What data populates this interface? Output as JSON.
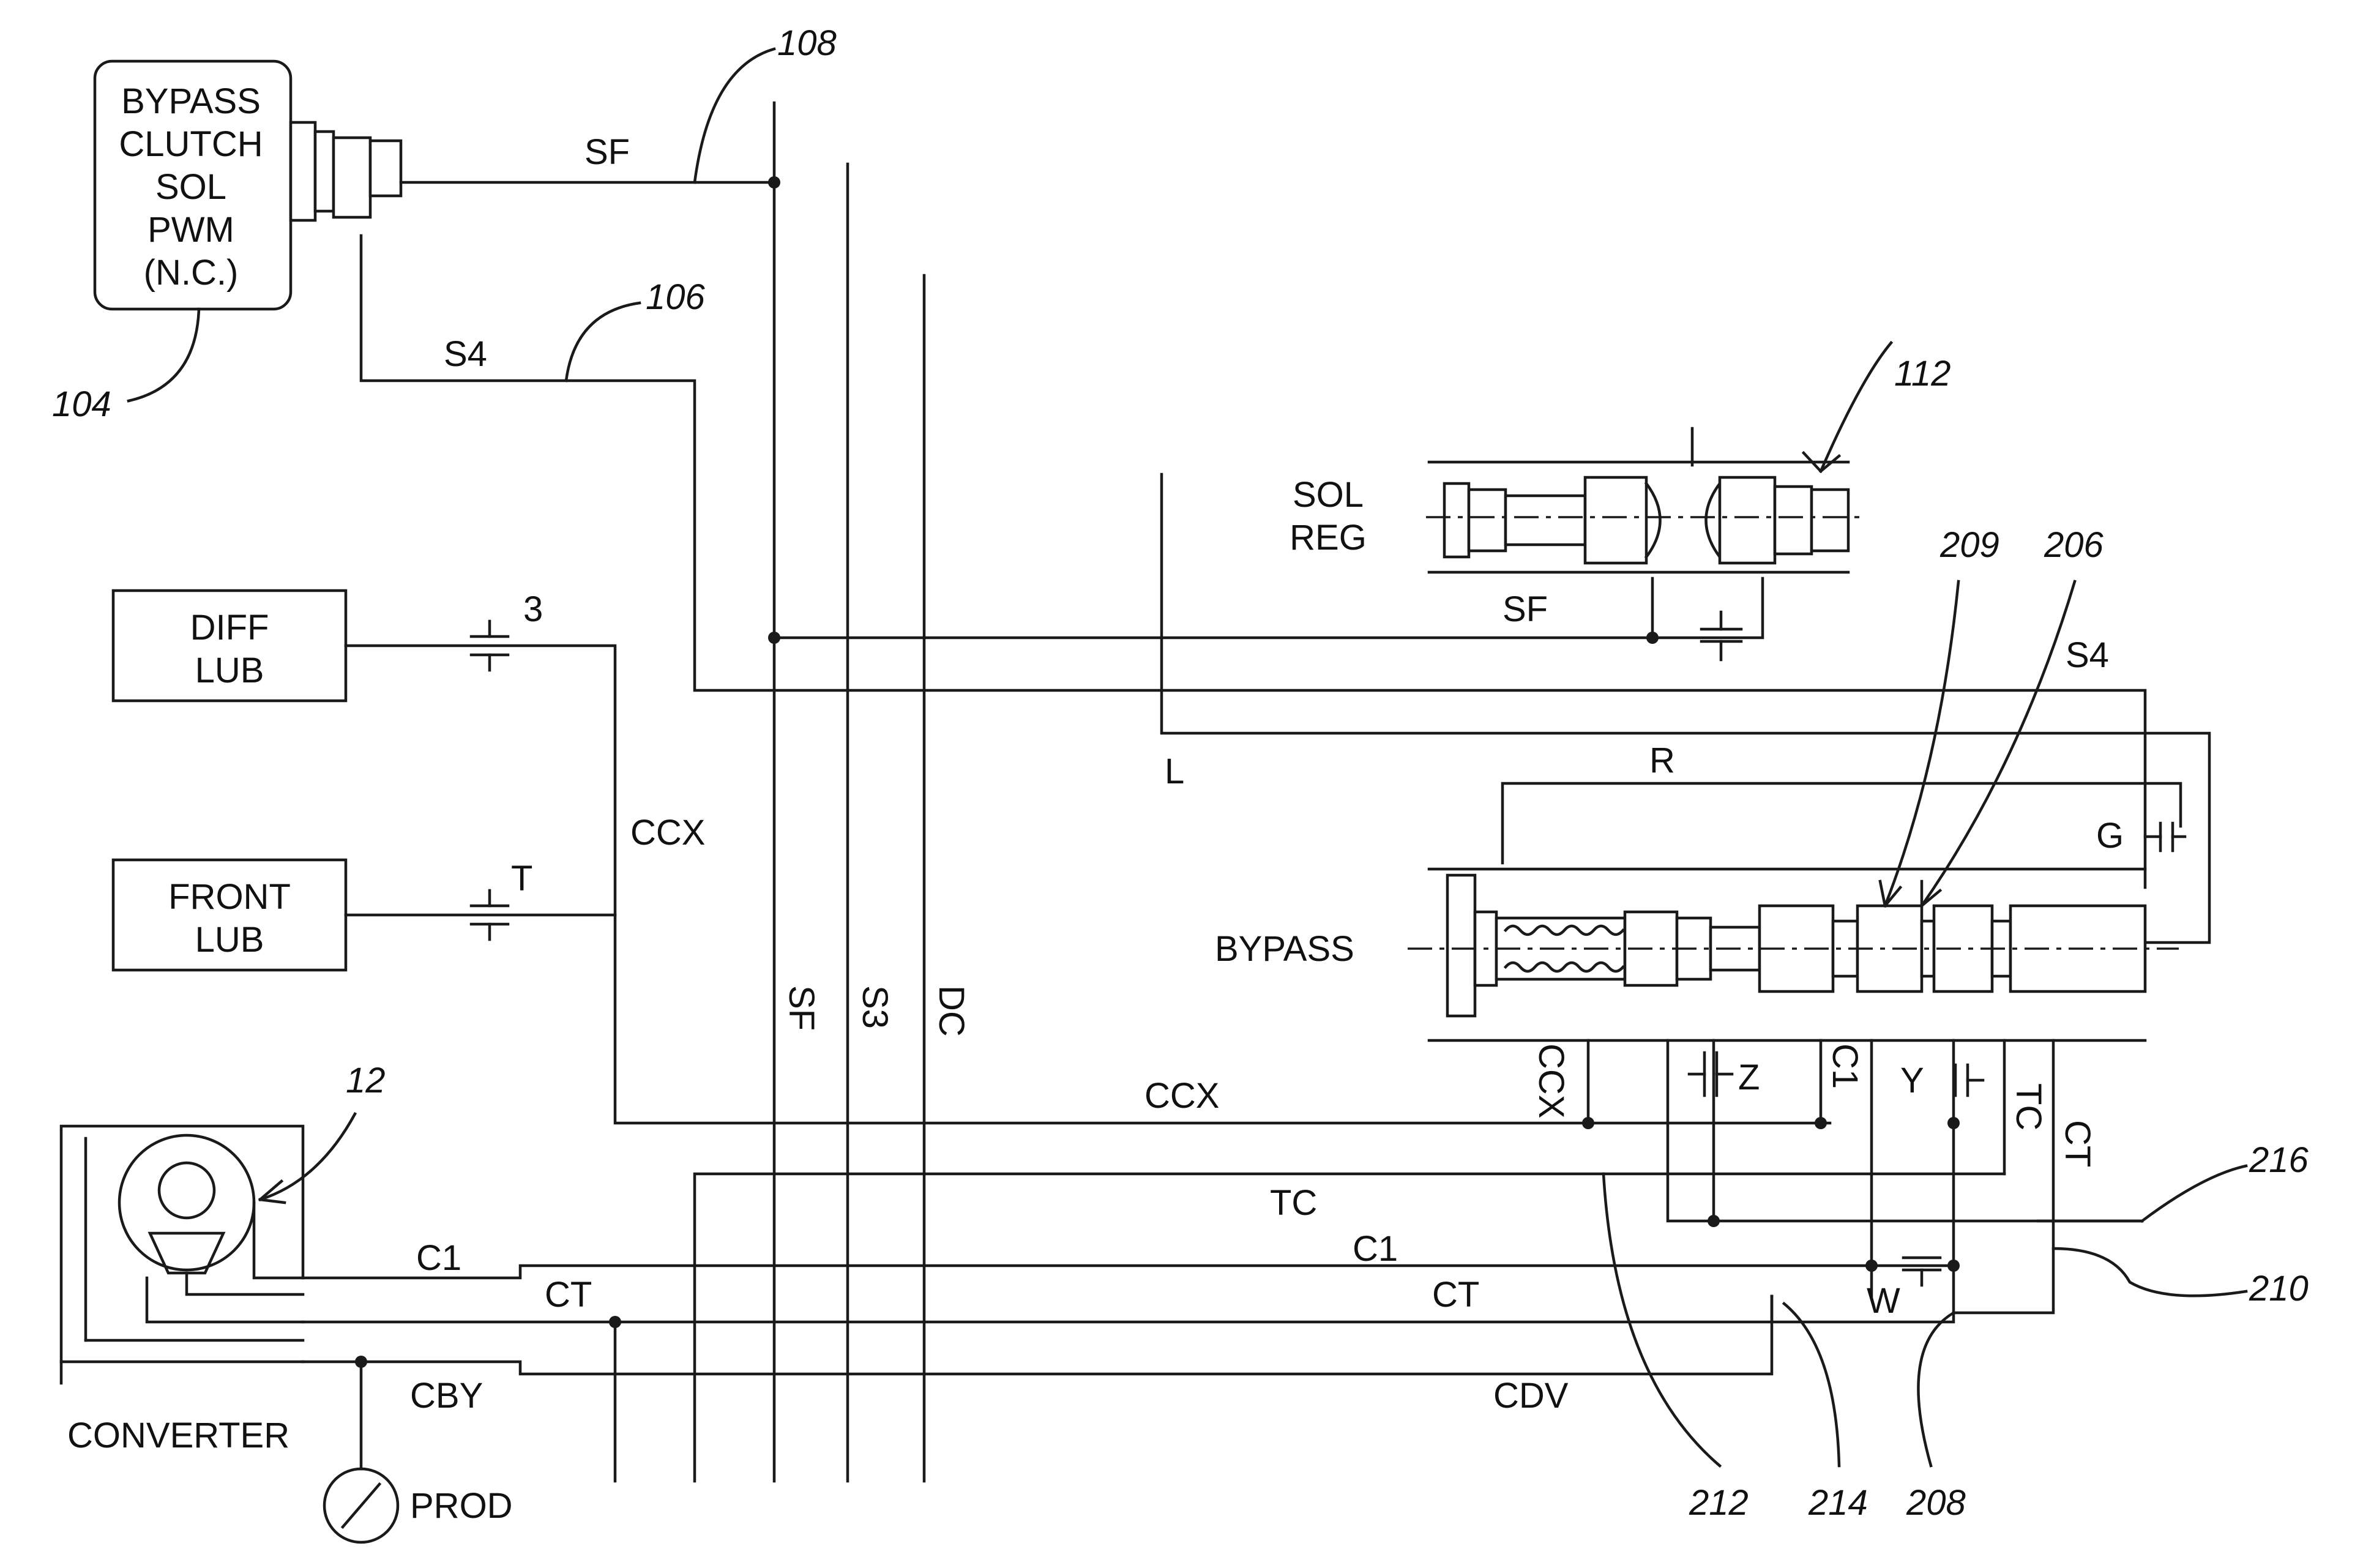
{
  "components": {
    "bypass_clutch_solenoid": [
      "BYPASS",
      "CLUTCH",
      "SOL",
      "PWM",
      "(N.C.)"
    ],
    "diff_lub": [
      "DIFF",
      "LUB"
    ],
    "front_lub": [
      "FRONT",
      "LUB"
    ],
    "sol_reg": [
      "SOL",
      "REG"
    ],
    "bypass_valve": "BYPASS",
    "converter": "CONVERTER",
    "prod": "PROD"
  },
  "circuits": {
    "sf": "SF",
    "s4": "S4",
    "s3": "S3",
    "dc": "DC",
    "ccx": "CCX",
    "c1": "C1",
    "ct": "CT",
    "tc": "TC",
    "cby": "CBY",
    "cdv": "CDV",
    "l": "L",
    "r": "R"
  },
  "orifices": {
    "three": "3",
    "t": "T",
    "g": "G",
    "z": "Z",
    "y": "Y",
    "w": "W"
  },
  "references": {
    "r104": "104",
    "r106": "106",
    "r108": "108",
    "r112": "112",
    "r12": "12",
    "r209": "209",
    "r206": "206",
    "r216": "216",
    "r210": "210",
    "r212": "212",
    "r214": "214",
    "r208": "208"
  }
}
